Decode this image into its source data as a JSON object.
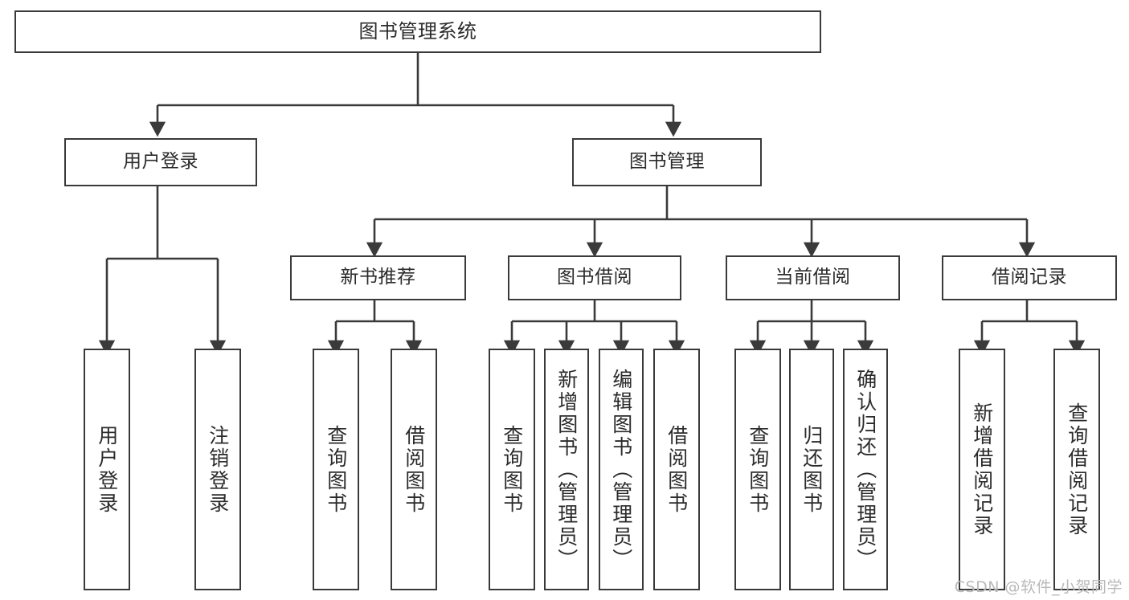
{
  "diagram": {
    "title": "图书管理系统",
    "type": "tree",
    "orientation": "top-down",
    "colors": {
      "box_border": "#3a3a3a",
      "box_fill": "#ffffff",
      "edge": "#3a3a3a",
      "text": "#2b2b2b",
      "watermark": "#b9b9b9",
      "background": "#ffffff"
    },
    "watermark": "CSDN @软件_小贺同学",
    "nodes": {
      "root": {
        "label": "图书管理系统"
      },
      "level2": [
        {
          "id": "user-login",
          "label": "用户登录"
        },
        {
          "id": "book-manage",
          "label": "图书管理"
        }
      ],
      "level3": [
        {
          "id": "new-book-recommend",
          "label": "新书推荐"
        },
        {
          "id": "book-borrow",
          "label": "图书借阅"
        },
        {
          "id": "current-borrow",
          "label": "当前借阅"
        },
        {
          "id": "borrow-record",
          "label": "借阅记录"
        }
      ],
      "leaves": {
        "user_login": [
          {
            "id": "leaf-user-login",
            "label": "用户登录"
          },
          {
            "id": "leaf-logout-login",
            "label": "注销登录"
          }
        ],
        "new_book_recommend": [
          {
            "id": "leaf-query-book-1",
            "label": "查询图书"
          },
          {
            "id": "leaf-borrow-book-1",
            "label": "借阅图书"
          }
        ],
        "book_borrow": [
          {
            "id": "leaf-query-book-2",
            "label": "查询图书"
          },
          {
            "id": "leaf-add-book",
            "label": "新增图书（管理员）"
          },
          {
            "id": "leaf-edit-book",
            "label": "编辑图书（管理员）"
          },
          {
            "id": "leaf-borrow-book-2",
            "label": "借阅图书"
          }
        ],
        "current_borrow": [
          {
            "id": "leaf-query-book-3",
            "label": "查询图书"
          },
          {
            "id": "leaf-return-book",
            "label": "归还图书"
          },
          {
            "id": "leaf-confirm-return",
            "label": "确认归还（管理员）"
          }
        ],
        "borrow_record": [
          {
            "id": "leaf-add-record",
            "label": "新增借阅记录"
          },
          {
            "id": "leaf-query-record",
            "label": "查询借阅记录"
          }
        ]
      }
    }
  }
}
